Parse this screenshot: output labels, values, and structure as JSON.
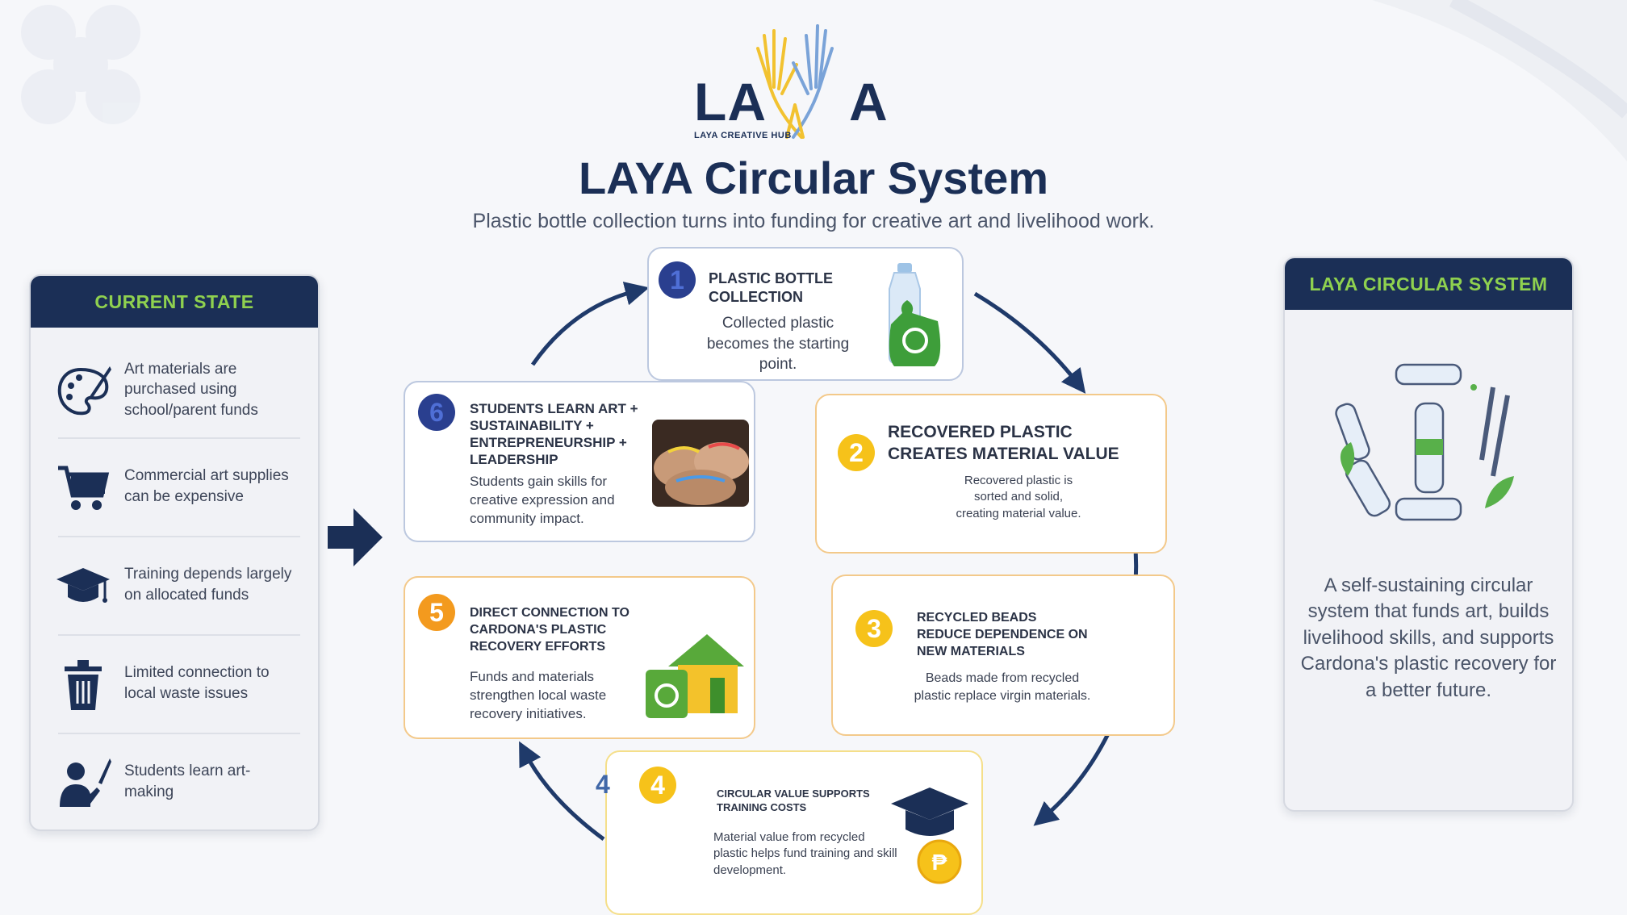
{
  "header": {
    "logo_left": "LA",
    "logo_right": "A",
    "logo_sub": "LAYA CREATIVE HUB",
    "title": "LAYA Circular System",
    "subtitle": "Plastic bottle collection turns into funding for creative art and livelihood work."
  },
  "current_state": {
    "heading": "CURRENT STATE",
    "items": [
      {
        "icon": "palette-icon",
        "text": "Art materials are purchased using school/parent funds"
      },
      {
        "icon": "shopping-cart-icon",
        "text": "Commercial art supplies can be expensive"
      },
      {
        "icon": "graduation-cap-icon",
        "text": "Training depends largely on allocated funds"
      },
      {
        "icon": "trash-bin-icon",
        "text": "Limited connection to local waste issues"
      },
      {
        "icon": "student-art-icon",
        "text": "Students learn art-making"
      }
    ]
  },
  "cycle": [
    {
      "num": "1",
      "title": "PLASTIC BOTTLE COLLECTION",
      "desc": "Collected plastic becomes the starting point.",
      "icon": "bottle-recycle-bag-icon"
    },
    {
      "num": "2",
      "title": "RECOVERED PLASTIC CREATES MATERIAL VALUE",
      "desc": "Recovered plastic is sorted and solid, creating material value."
    },
    {
      "num": "3",
      "title": "RECYCLED BEADS REDUCE DEPENDENCE ON NEW MATERIALS",
      "desc": "Beads made from recycled plastic replace virgin materials."
    },
    {
      "num": "4",
      "title": "CIRCULAR VALUE SUPPORTS TRAINING COSTS",
      "desc": "Material value from recycled plastic helps fund training and skill development.",
      "icon": "graduation-cap-coin-icon"
    },
    {
      "num": "5",
      "title": "DIRECT CONNECTION TO CARDONA'S PLASTIC RECOVERY EFFORTS",
      "desc": "Funds and materials strengthen local waste recovery initiatives.",
      "icon": "recycle-house-icon"
    },
    {
      "num": "6",
      "title": "STUDENTS LEARN ART + SUSTAINABILITY + ENTREPRENEURSHIP + LEADERSHIP",
      "desc": "Students gain skills for creative expression and community impact.",
      "icon": "bracelets-photo-icon"
    }
  ],
  "stray_label": "4",
  "circular_system": {
    "heading": "LAYA CIRCULAR SYSTEM",
    "icon": "recycled-bottles-ring-icon",
    "text": "A self-sustaining circular system that funds art, builds livelihood skills, and supports Cardona's plastic recovery for a better future."
  },
  "colors": {
    "navy": "#1b2f56",
    "green": "#8fd14f",
    "orange": "#f39a1e",
    "yellow": "#f6c21a",
    "blue_badge": "#2a4da6"
  }
}
